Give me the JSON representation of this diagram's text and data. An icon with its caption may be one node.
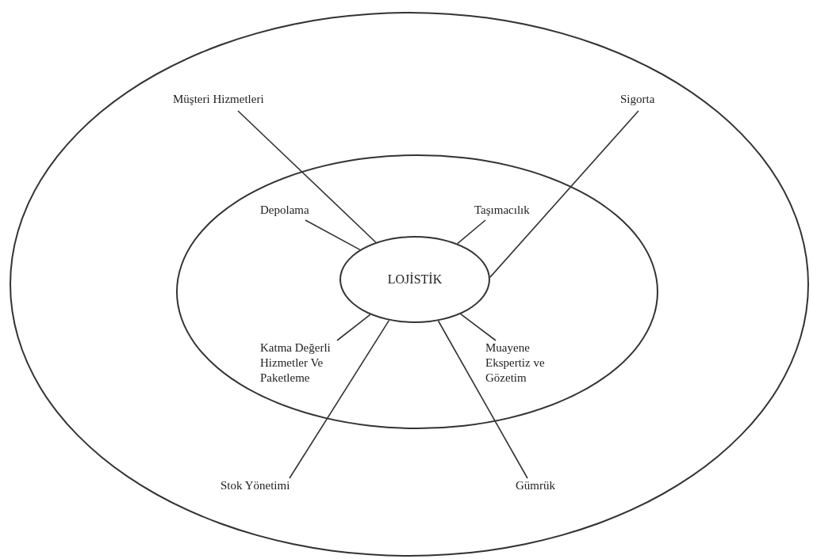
{
  "diagram": {
    "nodes": [
      {
        "text": [],
        "shape": "circle"
      },
      {
        "text": [
          "Müşteri Hizmetleri"
        ],
        "in": 0
      },
      {
        "text": [
          "Sigorta"
        ],
        "in": 0
      },
      {
        "text": [],
        "shape": "circle",
        "in": 0
      },
      {
        "text": [
          "Depolama"
        ],
        "in": 3
      },
      {
        "text": [
          "Taşımacılık"
        ],
        "in": 3
      },
      {
        "text": [
          "LOJİSTİK"
        ],
        "in": 3
      },
      {
        "text": [
          "Katma Değerli Hizmetler Ve Paketleme"
        ],
        "in": 3
      },
      {
        "text": [
          "Muayene Ekspertiz ve Gözetim"
        ],
        "in": 3
      },
      {
        "text": [
          "Stok Yönetimi"
        ],
        "in": 0
      },
      {
        "text": [
          "Gümrük"
        ],
        "in": 0
      }
    ],
    "edges": [
      {
        "from": 1,
        "to": 6,
        "arrow": "none"
      },
      {
        "from": 2,
        "to": 6,
        "arrow": "none"
      },
      {
        "from": 4,
        "to": 6,
        "arrow": "none"
      },
      {
        "from": 5,
        "to": 6,
        "arrow": "none"
      },
      {
        "from": 7,
        "to": 6,
        "arrow": "none"
      },
      {
        "from": 8,
        "to": 6,
        "arrow": "none"
      },
      {
        "from": 9,
        "to": 6,
        "arrow": "none"
      },
      {
        "from": 10,
        "to": 6,
        "arrow": "none"
      }
    ]
  }
}
